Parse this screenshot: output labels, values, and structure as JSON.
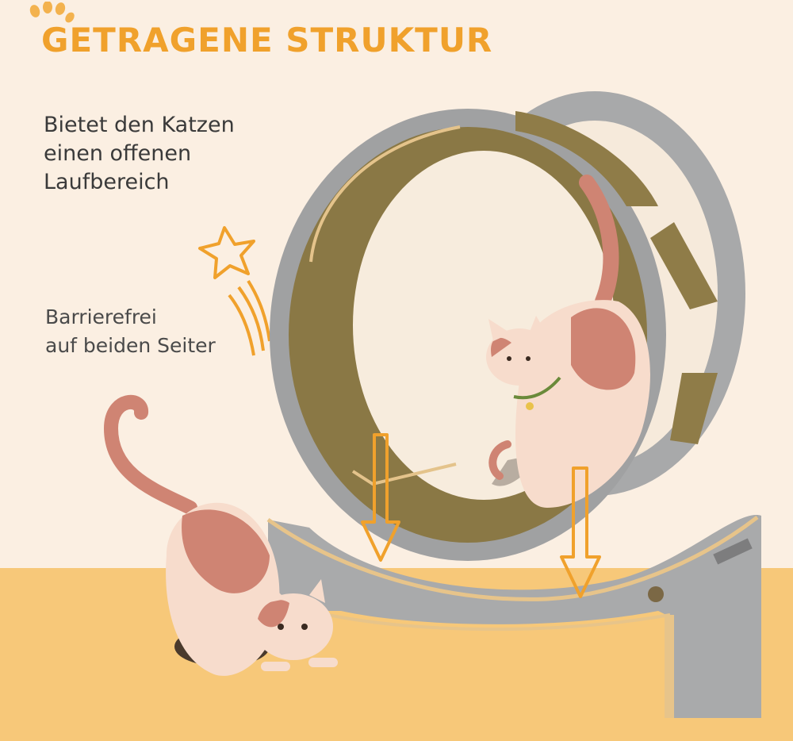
{
  "heading": "GETRAGENE STRUKTUR",
  "features": {
    "primary": [
      "Bietet den Katzen",
      "einen offenen",
      "Laufbereich"
    ],
    "secondary": [
      "Barrierefrei",
      "auf beiden Seiter"
    ]
  },
  "colors": {
    "accent": "#f0a12c",
    "background": "#fbefe2",
    "floor": "#f7c879",
    "wood_gray": "#a3a4a5",
    "cardboard": "#8a7845",
    "cat_body": "#f7dccc",
    "cat_patch": "#cf8473"
  },
  "icons": [
    "paw-print-icon",
    "star-icon",
    "down-arrow-icon"
  ]
}
